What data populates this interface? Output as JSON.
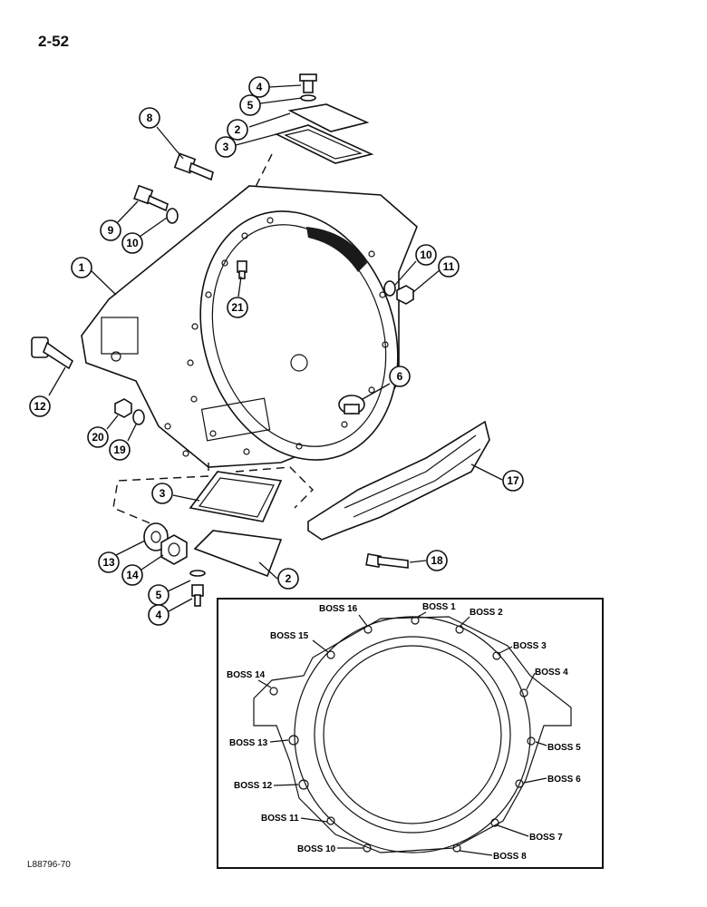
{
  "page": {
    "number": "2-52",
    "figure_code": "L88796-70"
  },
  "callouts": [
    "1",
    "2",
    "2",
    "3",
    "3",
    "4",
    "4",
    "5",
    "5",
    "6",
    "8",
    "9",
    "10",
    "10",
    "11",
    "12",
    "13",
    "14",
    "17",
    "18",
    "19",
    "20",
    "21"
  ],
  "inset": {
    "bosses": [
      "BOSS 1",
      "BOSS 2",
      "BOSS 3",
      "BOSS 4",
      "BOSS 5",
      "BOSS 6",
      "BOSS 7",
      "BOSS 8",
      "BOSS 10",
      "BOSS 11",
      "BOSS 12",
      "BOSS 13",
      "BOSS 14",
      "BOSS 15",
      "BOSS 16"
    ]
  }
}
